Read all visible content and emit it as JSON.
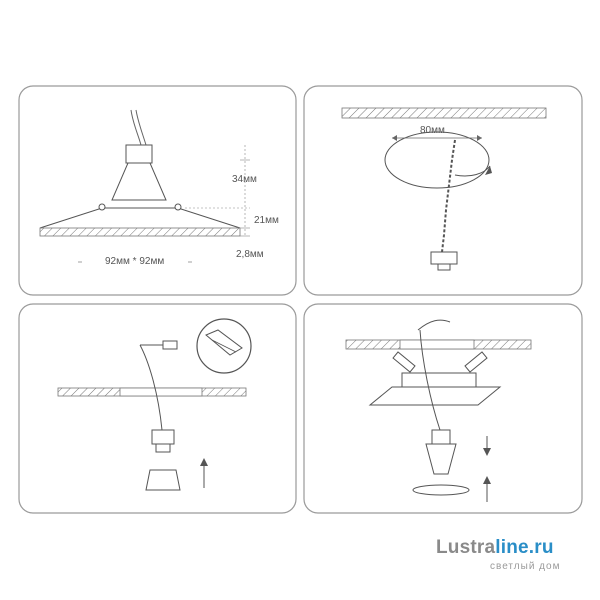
{
  "panel1": {
    "height_total": "34мм",
    "height_frame": "21мм",
    "frame_thickness": "2,8мм",
    "size": "92мм * 92мм"
  },
  "panel2": {
    "hole_diameter": "80мм"
  },
  "watermark": {
    "brand_main": "Lustra",
    "brand_accent": "line.ru",
    "tagline": "светлый дом",
    "colors": {
      "main": "#8a8a8a",
      "accent": "#2a8ec7"
    }
  }
}
